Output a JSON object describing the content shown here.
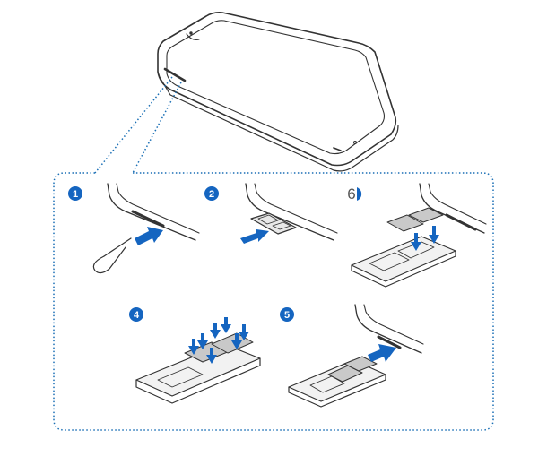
{
  "steps": [
    {
      "label": "1"
    },
    {
      "label": "2"
    },
    {
      "label": "6"
    },
    {
      "label": "4"
    },
    {
      "label": "5"
    }
  ],
  "colors": {
    "accent": "#1565c0",
    "line": "#333333",
    "sim_fill": "#c9c9c9",
    "dotted": "#1a6fb5"
  }
}
